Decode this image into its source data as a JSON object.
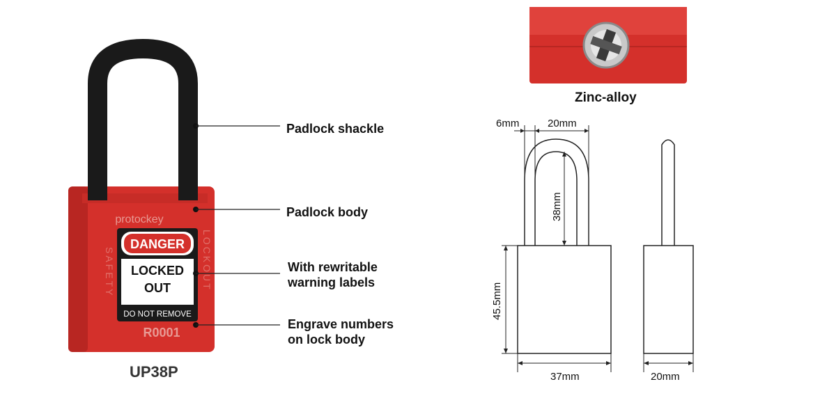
{
  "model": "UP38P",
  "lock_labels": {
    "brand": "protockey",
    "danger": "DANGER",
    "locked": "LOCKED",
    "out": "OUT",
    "do_not_remove": "DO NOT REMOVE",
    "engraved_number": "R0001",
    "side_left": "SAFETY",
    "side_right": "LOCKOUT"
  },
  "callouts": [
    {
      "line1": "Padlock shackle",
      "line2": ""
    },
    {
      "line1": "Padlock body",
      "line2": ""
    },
    {
      "line1": "With rewritable",
      "line2": "warning labels"
    },
    {
      "line1": "Engrave numbers",
      "line2": "on lock body"
    }
  ],
  "cylinder_caption": "Zinc-alloy",
  "dimensions": {
    "shackle_diameter": "6mm",
    "shackle_inner_width": "20mm",
    "shackle_clearance": "38mm",
    "body_height": "45.5mm",
    "body_width": "37mm",
    "body_thickness": "20mm"
  },
  "colors": {
    "body_red": "#d4302b",
    "shackle_black": "#1a1a1a",
    "label_bg": "#ffffff"
  }
}
